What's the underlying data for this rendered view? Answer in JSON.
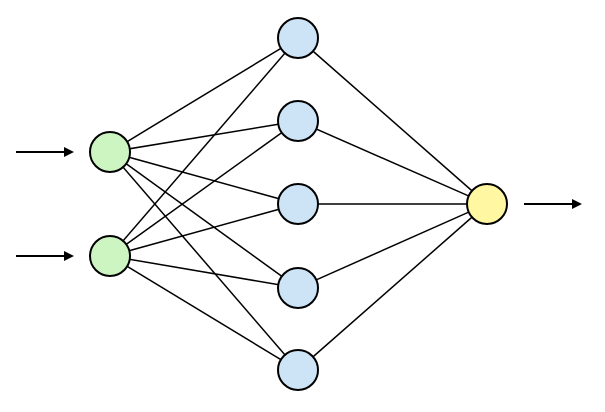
{
  "diagram": {
    "type": "neural-network",
    "layers": [
      {
        "role": "input",
        "node_count": 2,
        "color": "#ccf5c2"
      },
      {
        "role": "hidden",
        "node_count": 5,
        "color": "#cde4f7"
      },
      {
        "role": "output",
        "node_count": 1,
        "color": "#fff7a1"
      }
    ],
    "connectivity": "fully-connected",
    "input_arrows": 2,
    "output_arrows": 1,
    "stroke_color": "#000000",
    "background": "#ffffff"
  }
}
